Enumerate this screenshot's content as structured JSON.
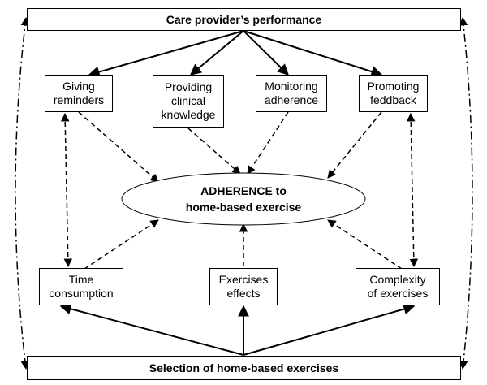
{
  "header": {
    "title": "Care provider’s performance"
  },
  "footer": {
    "title": "Selection of home-based exercises"
  },
  "center": {
    "line1": "ADHERENCE to",
    "line2": "home-based exercise"
  },
  "top_boxes": [
    {
      "label": "Giving\nreminders"
    },
    {
      "label": "Providing\nclinical\nknowledge"
    },
    {
      "label": "Monitoring\nadherence"
    },
    {
      "label": "Promoting\nfeddback"
    }
  ],
  "bottom_boxes": [
    {
      "label": "Time\nconsumption"
    },
    {
      "label": "Exercises\neffects"
    },
    {
      "label": "Complexity\nof exercises"
    }
  ]
}
